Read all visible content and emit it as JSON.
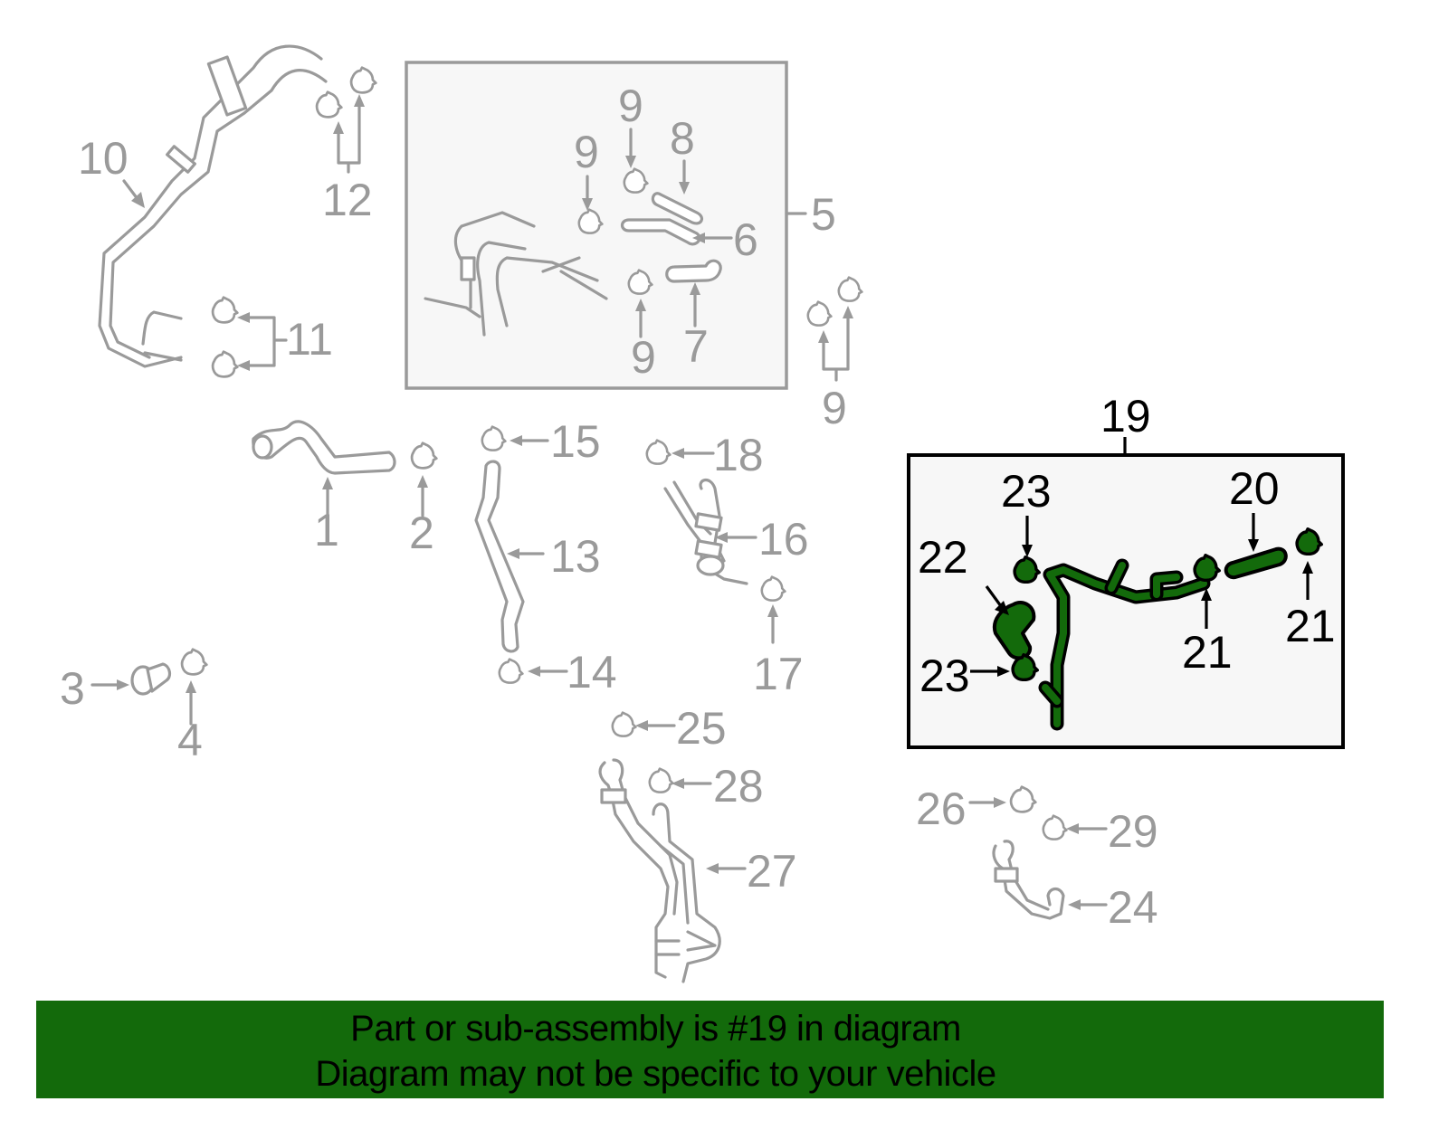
{
  "diagram": {
    "highlighted_part": "19",
    "colors": {
      "highlight_fill": "#136a0b",
      "highlight_stroke": "#000000",
      "inactive_stroke": "#9a9a9a",
      "box_fill": "#f7f7f7",
      "banner_bg": "#136a0b"
    },
    "callouts": {
      "c1": "1",
      "c2": "2",
      "c3": "3",
      "c4": "4",
      "c5": "5",
      "c6": "6",
      "c7": "7",
      "c8": "8",
      "c9a": "9",
      "c9b": "9",
      "c9c": "9",
      "c9d": "9",
      "c10": "10",
      "c11": "11",
      "c12": "12",
      "c13": "13",
      "c14": "14",
      "c15": "15",
      "c16": "16",
      "c17": "17",
      "c18": "18",
      "c19": "19",
      "c20": "20",
      "c21a": "21",
      "c21b": "21",
      "c22": "22",
      "c23a": "23",
      "c23b": "23",
      "c24": "24",
      "c25": "25",
      "c26": "26",
      "c27": "27",
      "c28": "28",
      "c29": "29"
    },
    "assembly_groups": [
      {
        "id": "5",
        "label": "5",
        "members": [
          "6",
          "7",
          "8",
          "9"
        ]
      },
      {
        "id": "19",
        "label": "19",
        "members": [
          "20",
          "21",
          "22",
          "23"
        ],
        "highlighted": true
      }
    ]
  },
  "banner": {
    "line1": "Part or sub-assembly is #19 in diagram",
    "line2": "Diagram may not be specific to your vehicle"
  }
}
